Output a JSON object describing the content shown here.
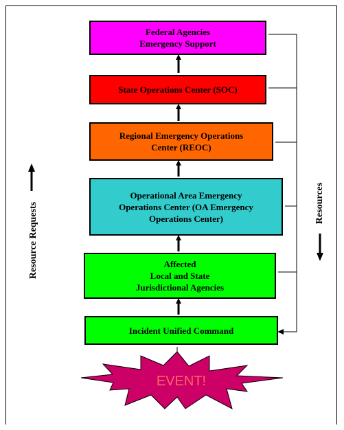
{
  "boxes": {
    "federal": {
      "label": "Federal Agencies\nEmergency Support",
      "color": "#ff00ff"
    },
    "state": {
      "label": "State Operations Center (SOC)",
      "color": "#ff0000"
    },
    "regional": {
      "label": "Regional Emergency Operations\nCenter (REOC)",
      "color": "#ff6600"
    },
    "operational": {
      "label": "Operational Area Emergency\nOperations Center (OA Emergency\nOperations Center)",
      "color": "#33cccc"
    },
    "affected": {
      "label": "Affected\nLocal and State\nJurisdictional Agencies",
      "color": "#00ff00"
    },
    "incident": {
      "label": "Incident Unified Command",
      "color": "#00ff00"
    }
  },
  "side_labels": {
    "left": "Resource Requests",
    "right": "Resources"
  },
  "event": {
    "label": "EVENT!",
    "fill": "#cc0066",
    "text_color": "#ff6666"
  }
}
